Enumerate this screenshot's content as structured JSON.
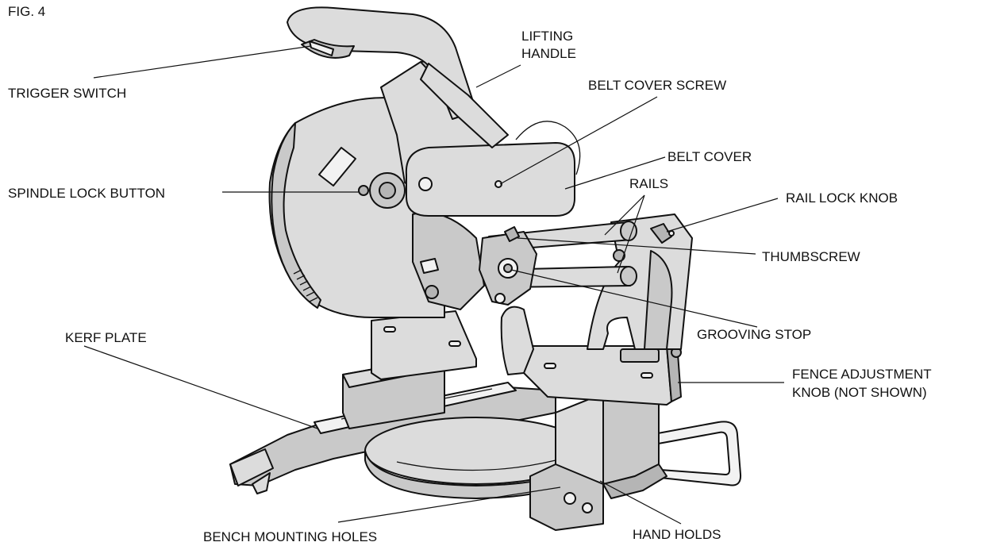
{
  "figure": {
    "label": "FIG. 4"
  },
  "callouts": [
    {
      "id": "trigger-switch",
      "lines": [
        "TRIGGER SWITCH"
      ]
    },
    {
      "id": "lifting-handle",
      "lines": [
        "LIFTING",
        "HANDLE"
      ]
    },
    {
      "id": "belt-cover-screw",
      "lines": [
        "BELT COVER SCREW"
      ]
    },
    {
      "id": "belt-cover",
      "lines": [
        "BELT COVER"
      ]
    },
    {
      "id": "spindle-lock-button",
      "lines": [
        "SPINDLE LOCK BUTTON"
      ]
    },
    {
      "id": "rails",
      "lines": [
        "RAILS"
      ]
    },
    {
      "id": "rail-lock-knob",
      "lines": [
        "RAIL LOCK KNOB"
      ]
    },
    {
      "id": "thumbscrew",
      "lines": [
        "THUMBSCREW"
      ]
    },
    {
      "id": "grooving-stop",
      "lines": [
        "GROOVING STOP"
      ]
    },
    {
      "id": "kerf-plate",
      "lines": [
        "KERF PLATE"
      ]
    },
    {
      "id": "fence-adjustment-knob",
      "lines": [
        "FENCE ADJUSTMENT",
        "KNOB (NOT SHOWN)"
      ]
    },
    {
      "id": "bench-mounting-holes",
      "lines": [
        "BENCH MOUNTING HOLES"
      ]
    },
    {
      "id": "hand-holds",
      "lines": [
        "HAND HOLDS"
      ]
    }
  ]
}
